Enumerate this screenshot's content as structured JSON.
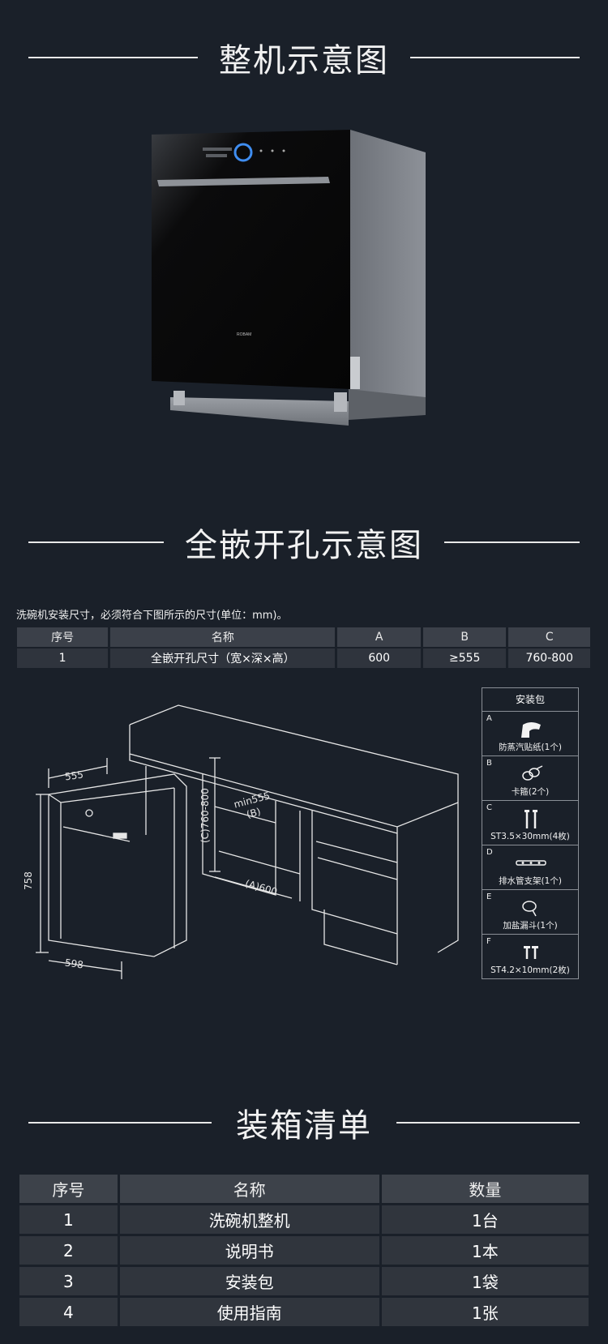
{
  "section1": {
    "title": "整机示意图"
  },
  "product": {
    "brand_label": "ROBAM"
  },
  "section2": {
    "title": "全嵌开孔示意图"
  },
  "spec": {
    "note": "洗碗机安装尺寸，必须符合下图所示的尺寸(单位：mm)。",
    "headers": [
      "序号",
      "名称",
      "A",
      "B",
      "C"
    ],
    "row": [
      "1",
      "全嵌开孔尺寸（宽×深×高）",
      "600",
      "≥555",
      "760-800"
    ]
  },
  "diagram": {
    "dim_width": "555",
    "dim_height": "758",
    "dim_bottom": "598",
    "dim_c": "(C)760-800",
    "dim_b1": "min555",
    "dim_b2": "(B)",
    "dim_a": "(A)600"
  },
  "kit": {
    "title": "安装包",
    "items": [
      {
        "letter": "A",
        "name": "防蒸汽贴纸(1个)",
        "icon": "sticker-icon"
      },
      {
        "letter": "B",
        "name": "卡箍(2个)",
        "icon": "clamp-icon"
      },
      {
        "letter": "C",
        "name": "ST3.5×30mm(4枚)",
        "icon": "screw-icon"
      },
      {
        "letter": "D",
        "name": "排水管支架(1个)",
        "icon": "bracket-icon"
      },
      {
        "letter": "E",
        "name": "加盐漏斗(1个)",
        "icon": "funnel-icon"
      },
      {
        "letter": "F",
        "name": "ST4.2×10mm(2枚)",
        "icon": "short-screw-icon"
      }
    ]
  },
  "section3": {
    "title": "装箱清单"
  },
  "packing": {
    "headers": [
      "序号",
      "名称",
      "数量"
    ],
    "rows": [
      [
        "1",
        "洗碗机整机",
        "1台"
      ],
      [
        "2",
        "说明书",
        "1本"
      ],
      [
        "3",
        "安装包",
        "1袋"
      ],
      [
        "4",
        "使用指南",
        "1张"
      ]
    ]
  }
}
